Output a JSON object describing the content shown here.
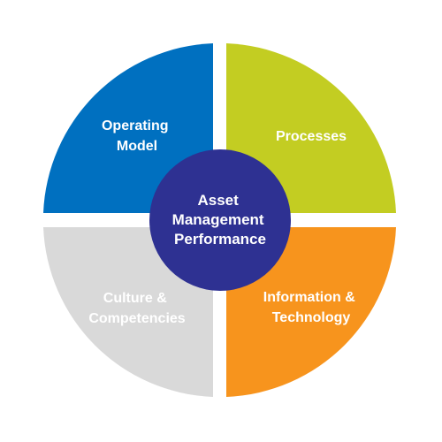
{
  "diagram": {
    "center": {
      "lines": [
        "Asset",
        "Management",
        "Performance"
      ],
      "color": "#2E3192"
    },
    "quadrants": {
      "top_left": {
        "lines": [
          "Operating",
          "Model"
        ],
        "color": "#0070C0"
      },
      "top_right": {
        "lines": [
          "Processes"
        ],
        "color": "#C3CD22"
      },
      "bottom_left": {
        "lines": [
          "Culture &",
          "Competencies"
        ],
        "color": "#D9D9D9"
      },
      "bottom_right": {
        "lines": [
          "Information &",
          "Technology"
        ],
        "color": "#F7941D"
      }
    },
    "background": "#ffffff"
  }
}
